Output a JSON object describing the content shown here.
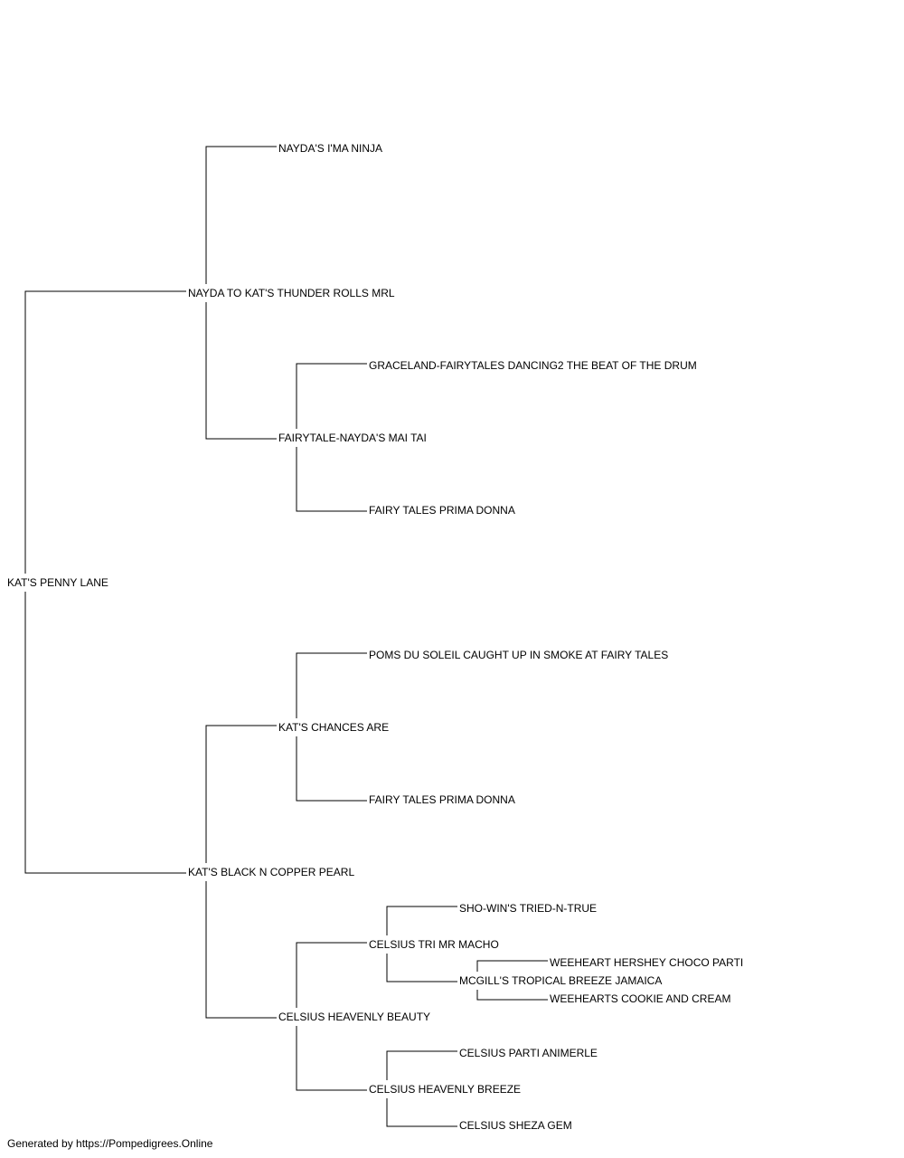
{
  "pedigree": {
    "subject": "KAT'S PENNY LANE",
    "sire": {
      "name": "NAYDA TO KAT'S THUNDER ROLLS MRL",
      "sire": {
        "name": "NAYDA'S I'MA NINJA"
      },
      "dam": {
        "name": "FAIRYTALE-NAYDA'S MAI TAI",
        "sire": {
          "name": "GRACELAND-FAIRYTALES DANCING2 THE BEAT OF THE DRUM"
        },
        "dam": {
          "name": "FAIRY TALES PRIMA DONNA"
        }
      }
    },
    "dam": {
      "name": "KAT'S BLACK N COPPER PEARL",
      "sire": {
        "name": "KAT'S CHANCES ARE",
        "sire": {
          "name": "POMS DU SOLEIL CAUGHT UP IN SMOKE AT FAIRY TALES"
        },
        "dam": {
          "name": "FAIRY TALES PRIMA DONNA"
        }
      },
      "dam": {
        "name": "CELSIUS HEAVENLY BEAUTY",
        "sire": {
          "name": "CELSIUS TRI MR MACHO",
          "sire": {
            "name": "SHO-WIN'S TRIED-N-TRUE"
          },
          "dam": {
            "name": "MCGILL'S TROPICAL BREEZE JAMAICA",
            "sire": {
              "name": "WEEHEART HERSHEY CHOCO PARTI"
            },
            "dam": {
              "name": "WEEHEARTS COOKIE AND CREAM"
            }
          }
        },
        "dam": {
          "name": "CELSIUS HEAVENLY BREEZE",
          "sire": {
            "name": "CELSIUS PARTI ANIMERLE"
          },
          "dam": {
            "name": "CELSIUS SHEZA GEM"
          }
        }
      }
    }
  },
  "footer": {
    "credit": "Generated by https://Pompedigrees.Online"
  }
}
